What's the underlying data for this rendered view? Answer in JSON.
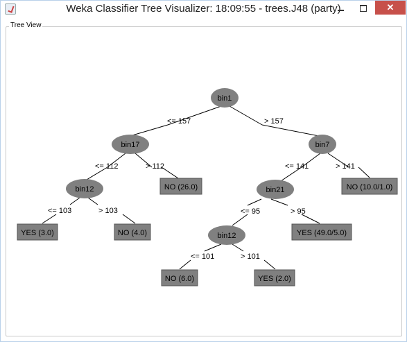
{
  "window": {
    "title": "Weka Classifier Tree Visualizer: 18:09:55 - trees.J48 (party)",
    "minimize_label": "",
    "maximize_label": "",
    "close_label": "✕"
  },
  "panel": {
    "group_label": "Tree View"
  },
  "tree": {
    "inner_fill": "#808080",
    "leaf_fill": "#808080",
    "nodes": {
      "root": "bin1",
      "left": "bin17",
      "right": "bin7",
      "left_left": "bin12",
      "right_left": "bin21",
      "right_left_left": "bin12",
      "leaf_no_26": "NO (26.0)",
      "leaf_no_10": "NO (10.0/1.0)",
      "leaf_yes_3": "YES (3.0)",
      "leaf_no_4": "NO (4.0)",
      "leaf_yes_49": "YES (49.0/5.0)",
      "leaf_no_6": "NO (6.0)",
      "leaf_yes_2": "YES (2.0)"
    },
    "edges": {
      "root_le": "<= 157",
      "root_gt": "> 157",
      "bin17_le": "<= 112",
      "bin17_gt": "> 112",
      "bin7_le": "<= 141",
      "bin7_gt": "> 141",
      "bin12_le": "<= 103",
      "bin12_gt": "> 103",
      "bin21_le": "<= 95",
      "bin21_gt": "> 95",
      "bin12b_le": "<= 101",
      "bin12b_gt": "> 101"
    }
  }
}
